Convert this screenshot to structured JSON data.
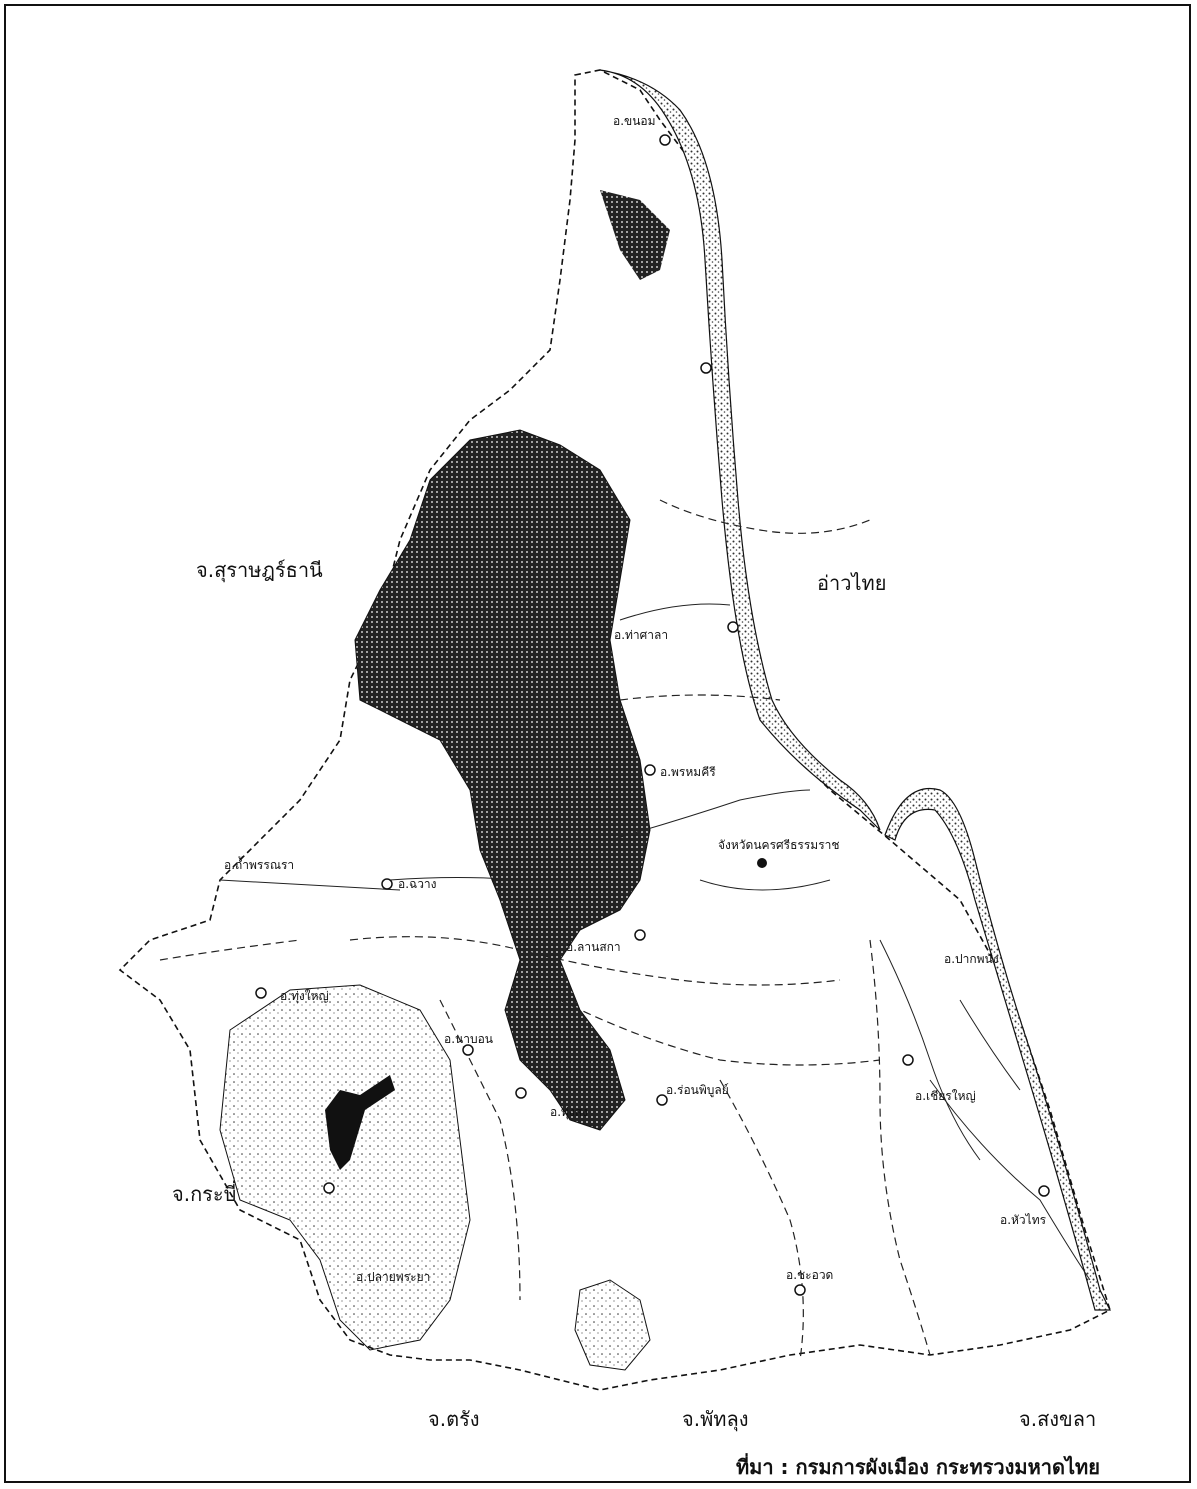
{
  "map": {
    "neighbors": {
      "surat": "จ.สุราษฎร์ธานี",
      "gulf": "อ่าวไทย",
      "krabi": "จ.กระบี่",
      "trang": "จ.ตรัง",
      "phatthalung": "จ.พัทลุง",
      "songkhla": "จ.สงขลา"
    },
    "districts": {
      "khanom": "อ.ขนอม",
      "tha_sala": "อ.ท่าศาลา",
      "phrom_khiri": "อ.พรหมคีรี",
      "province_capital": "จังหวัดนครศรีธรรมราช",
      "lan_saka": "อ.ลานสกา",
      "pak_phanang": "อ.ปากพนัง",
      "chawang": "อ.ฉวาง",
      "tham_phannara": "อ.ถ้ำพรรณรา",
      "thung_yai": "อ.ทุ่งใหญ่",
      "na_bon": "อ.นาบอน",
      "thung_song": "อ.ทุ่งสง",
      "ron_phibun": "อ.ร่อนพิบูลย์",
      "chian_yai": "อ.เชียรใหญ่",
      "hua_sai": "อ.หัวไทร",
      "cha_uat": "อ.ชะอวด",
      "plai_phraya": "อ.ปลายพระยา"
    },
    "source": "ที่มา : กรมการผังเมือง กระทรวงมหาดไทย"
  },
  "colors": {
    "ink": "#111111",
    "background": "#ffffff"
  }
}
